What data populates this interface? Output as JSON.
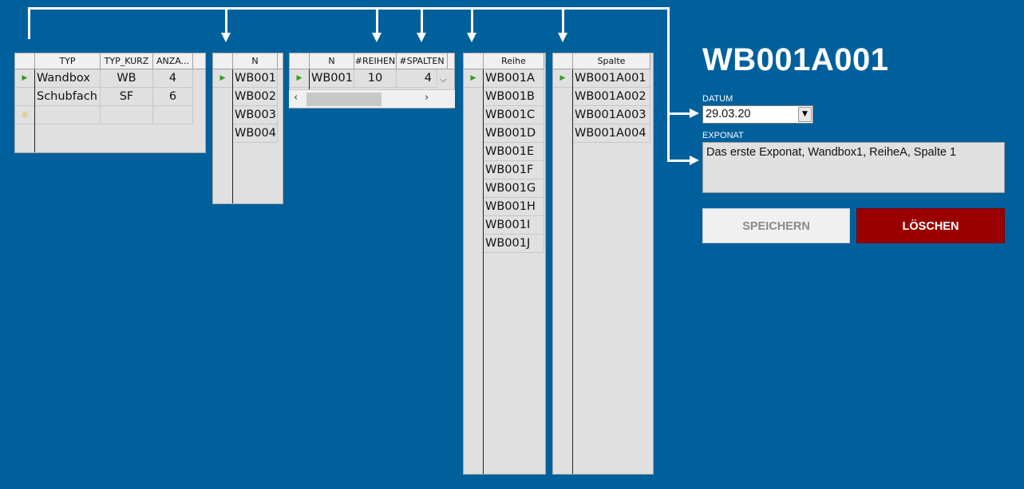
{
  "grid_typ": {
    "headers": [
      "TYP",
      "TYP_KURZ",
      "ANZA..."
    ],
    "rows": [
      [
        "Wandbox",
        "WB",
        "4"
      ],
      [
        "Schubfach",
        "SF",
        "6"
      ]
    ]
  },
  "grid_n": {
    "header": "N",
    "rows": [
      "WB001",
      "WB002",
      "WB003",
      "WB004"
    ]
  },
  "grid_dims": {
    "headers": [
      "N",
      "#REIHEN",
      "#SPALTEN"
    ],
    "row": [
      "WB001",
      "10",
      "4"
    ]
  },
  "grid_reihe": {
    "header": "Reihe",
    "rows": [
      "WB001A",
      "WB001B",
      "WB001C",
      "WB001D",
      "WB001E",
      "WB001F",
      "WB001G",
      "WB001H",
      "WB001I",
      "WB001J"
    ]
  },
  "grid_spalte": {
    "header": "Spalte",
    "rows": [
      "WB001A001",
      "WB001A002",
      "WB001A003",
      "WB001A004"
    ]
  },
  "detail": {
    "title": "WB001A001",
    "datum_label": "DATUM",
    "datum_value": "29.03.20",
    "exponat_label": "EXPONAT",
    "exponat_value": "Das erste Exponat, Wandbox1, ReiheA, Spalte 1",
    "save_label": "SPEICHERN",
    "delete_label": "LÖSCHEN"
  },
  "colors": {
    "background": "#00609c",
    "delete_button": "#9a0000",
    "current_row_marker": "#2f9d1c"
  }
}
